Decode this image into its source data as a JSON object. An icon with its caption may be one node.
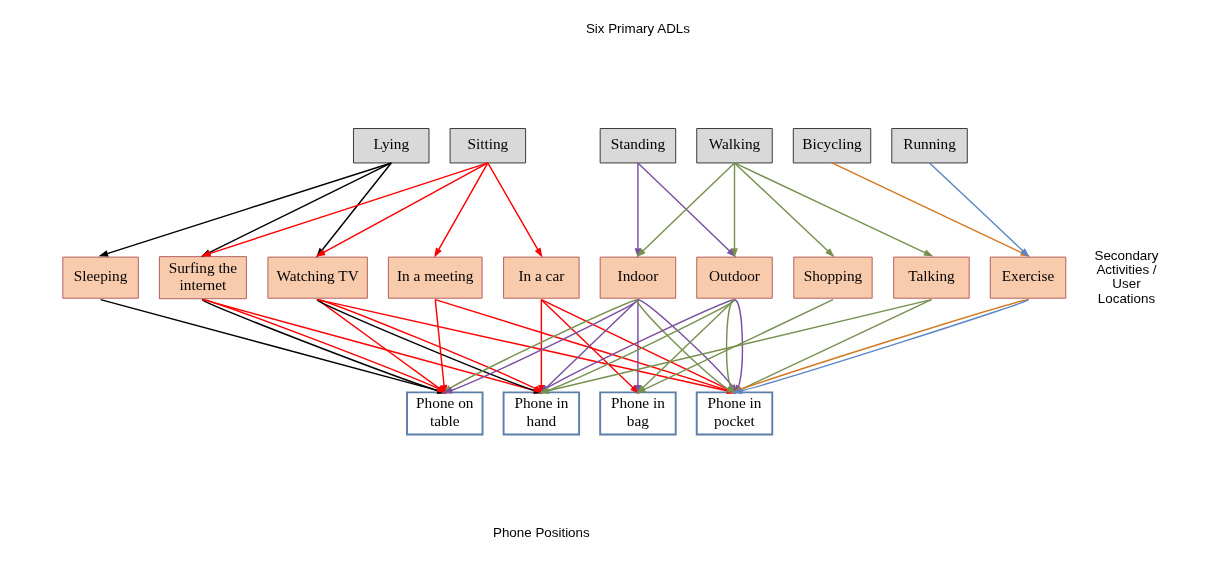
{
  "diagram": {
    "nodes": [
      {
        "text": [
          "Lying"
        ]
      },
      {
        "text": [
          "Sitting"
        ]
      },
      {
        "text": [
          "Standing"
        ]
      },
      {
        "text": [
          "Walking"
        ]
      },
      {
        "text": [
          "Bicycling"
        ]
      },
      {
        "text": [
          "Running"
        ]
      },
      {
        "text": [
          "Sleeping"
        ]
      },
      {
        "text": [
          "Surfing the internet"
        ]
      },
      {
        "text": [
          "Watching TV"
        ]
      },
      {
        "text": [
          "In a meeting"
        ]
      },
      {
        "text": [
          "In a car"
        ]
      },
      {
        "text": [
          "Indoor"
        ]
      },
      {
        "text": [
          "Outdoor"
        ]
      },
      {
        "text": [
          "Shopping"
        ]
      },
      {
        "text": [
          "Talking"
        ]
      },
      {
        "text": [
          "Exercise"
        ]
      },
      {
        "text": [
          "Phone on table"
        ]
      },
      {
        "text": [
          "Phone in hand"
        ]
      },
      {
        "text": [
          "Phone in bag"
        ]
      },
      {
        "text": [
          "Phone in pocket"
        ]
      }
    ],
    "edges": [
      {
        "from": 0,
        "to": 6,
        "arrow": "to",
        "color": "#000000"
      },
      {
        "from": 0,
        "to": 7,
        "arrow": "to",
        "color": "#000000"
      },
      {
        "from": 0,
        "to": 8,
        "arrow": "to",
        "color": "#000000"
      },
      {
        "from": 1,
        "to": 7,
        "arrow": "to"
      },
      {
        "from": 1,
        "to": 8,
        "arrow": "to"
      },
      {
        "from": 1,
        "to": 9,
        "arrow": "to"
      },
      {
        "from": 1,
        "to": 10,
        "arrow": "to"
      },
      {
        "from": 2,
        "to": 11,
        "arrow": "to",
        "color": "#7a4fa0"
      },
      {
        "from": 2,
        "to": 12,
        "arrow": "to",
        "color": "#7a4fa0"
      },
      {
        "from": 3,
        "to": 11,
        "arrow": "to",
        "color": "#77904f"
      },
      {
        "from": 3,
        "to": 12,
        "arrow": "to",
        "color": "#77904f"
      },
      {
        "from": 3,
        "to": 13,
        "arrow": "to",
        "color": "#77904f"
      },
      {
        "from": 3,
        "to": 14,
        "arrow": "to",
        "color": "#77904f"
      },
      {
        "from": 4,
        "to": 15,
        "arrow": "to",
        "color": "#d4781f"
      },
      {
        "from": 5,
        "to": 15,
        "arrow": "to",
        "color": "#5b86c5"
      },
      {
        "from": 6,
        "to": 16,
        "arrow": "to",
        "color": "#000000"
      },
      {
        "from": 7,
        "to": 16,
        "arrow": "to",
        "color": "#000000"
      },
      {
        "from": 7,
        "to": 16,
        "arrow": "to"
      },
      {
        "from": 8,
        "to": 16,
        "arrow": "to"
      },
      {
        "from": 11,
        "to": 16,
        "arrow": "to",
        "color": "#77904f"
      },
      {
        "from": 11,
        "to": 16,
        "arrow": "to",
        "color": "#7a4fa0"
      },
      {
        "from": 9,
        "to": 16,
        "arrow": "to"
      },
      {
        "from": 8,
        "to": 17,
        "arrow": "to",
        "color": "#000000"
      },
      {
        "from": 7,
        "to": 17,
        "arrow": "to"
      },
      {
        "from": 8,
        "to": 17,
        "arrow": "to"
      },
      {
        "from": 10,
        "to": 17,
        "arrow": "to"
      },
      {
        "from": 12,
        "to": 17,
        "arrow": "to",
        "color": "#7a4fa0"
      },
      {
        "from": 11,
        "to": 17,
        "arrow": "to",
        "color": "#7a4fa0"
      },
      {
        "from": 14,
        "to": 17,
        "arrow": "to",
        "color": "#77904f"
      },
      {
        "from": 12,
        "to": 17,
        "arrow": "to",
        "color": "#77904f"
      },
      {
        "from": 10,
        "to": 18,
        "arrow": "to"
      },
      {
        "from": 11,
        "to": 18,
        "arrow": "to",
        "color": "#7a4fa0"
      },
      {
        "from": 13,
        "to": 18,
        "arrow": "to",
        "color": "#77904f"
      },
      {
        "from": 12,
        "to": 18,
        "arrow": "to",
        "color": "#77904f"
      },
      {
        "from": 8,
        "to": 19,
        "arrow": "to"
      },
      {
        "from": 11,
        "to": 19,
        "arrow": "to",
        "color": "#77904f"
      },
      {
        "from": 12,
        "to": 19,
        "arrow": "to",
        "color": "#77904f"
      },
      {
        "from": 12,
        "to": 19,
        "arrow": "to",
        "color": "#7a4fa0"
      },
      {
        "from": 11,
        "to": 19,
        "arrow": "to",
        "color": "#7a4fa0"
      },
      {
        "from": 10,
        "to": 19,
        "arrow": "to"
      },
      {
        "from": 9,
        "to": 19,
        "arrow": "to"
      },
      {
        "from": 14,
        "to": 19,
        "arrow": "to",
        "color": "#77904f"
      },
      {
        "from": 15,
        "to": 19,
        "arrow": "to",
        "color": "#d4781f"
      },
      {
        "from": 15,
        "to": 19,
        "arrow": "to",
        "color": "#5b86c5"
      }
    ],
    "labels": [
      "Six Primary ADLs",
      "Secondary Activities / User Locations",
      "Phone Positions"
    ]
  }
}
